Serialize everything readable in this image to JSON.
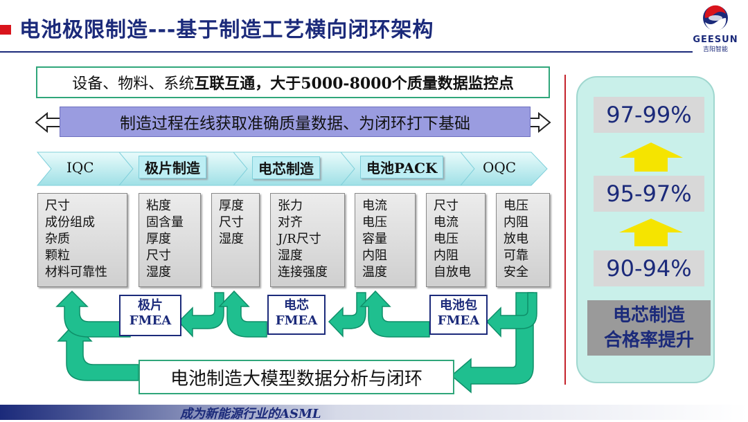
{
  "title": "电池极限制造---基于制造工艺横向闭环架构",
  "logo": {
    "name": "GEESUN",
    "sub": "吉阳智能"
  },
  "top_box": {
    "pre": "设备、物料、系统",
    "bold": "互联互通，大于5000-8000个质量数据监控点"
  },
  "process_arrow": "制造过程在线获取准确质量数据、为闭环打下基础",
  "stages": [
    "IQC",
    "极片制造",
    "电芯制造",
    "电池PACK",
    "OQC"
  ],
  "param_columns": [
    [
      "尺寸",
      "成份组成",
      "杂质",
      "颗粒",
      "材料可靠性"
    ],
    [
      "粘度",
      "固含量",
      "厚度",
      "尺寸",
      "湿度"
    ],
    [
      "厚度",
      "尺寸",
      "湿度"
    ],
    [
      "张力",
      "对齐",
      "J/R尺寸",
      "湿度",
      "连接强度"
    ],
    [
      "电流",
      "电压",
      "容量",
      "内阻",
      "温度"
    ],
    [
      "尺寸",
      "电流",
      "电压",
      "内阻",
      "自放电"
    ],
    [
      "电压",
      "内阻",
      "放电",
      "可靠",
      "安全"
    ]
  ],
  "fmea": [
    {
      "line1": "极片",
      "line2": "FMEA"
    },
    {
      "line1": "电芯",
      "line2": "FMEA"
    },
    {
      "line1": "电池包",
      "line2": "FMEA"
    }
  ],
  "bottom_box": "电池制造大模型数据分析与闭环",
  "rates": [
    "97-99%",
    "95-97%",
    "90-94%"
  ],
  "rate_label": {
    "line1": "电芯制造",
    "line2": "合格率提升"
  },
  "footer": "成为新能源行业的ASML",
  "colors": {
    "navy": "#1b2a7a",
    "green": "#2fa67a",
    "arrow_green": "#1fbf8f",
    "red": "#d9141c",
    "yellow": "#f5e400"
  }
}
